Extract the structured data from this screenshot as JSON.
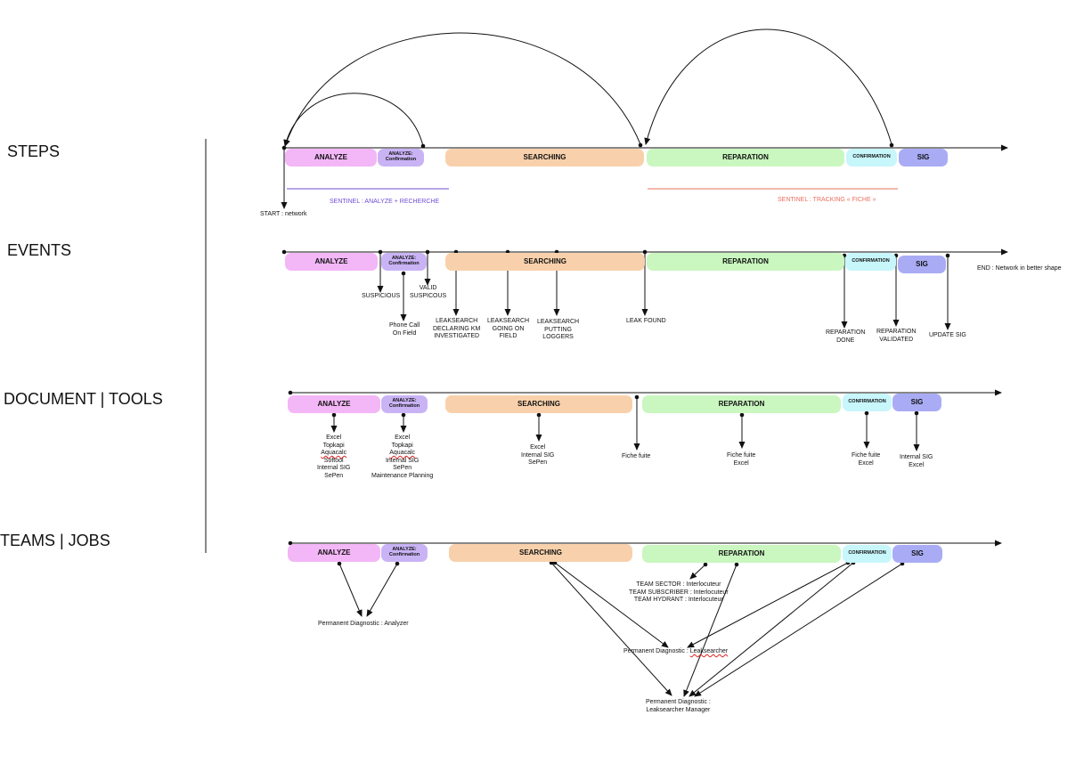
{
  "rows": {
    "steps": "STEPS",
    "events": "EVENTS",
    "documents": "DOCUMENT | TOOLS",
    "teams": "TEAMS | JOBS"
  },
  "phases": {
    "analyze": "ANALYZE",
    "analyze_conf_1": "ANALYZE:",
    "analyze_conf_2": "Confirmation",
    "searching": "SEARCHING",
    "reparation": "REPARATION",
    "confirmation": "CONFIRMATION",
    "sig": "SIG"
  },
  "colors": {
    "analyze": "#f3b6f6",
    "confirm": "#c9b3f5",
    "searching": "#f8d1ac",
    "reparation": "#c9f7bf",
    "confirmation": "#c7f6fb",
    "sig": "#a9acf4",
    "sentinel_1": "#6f4cd6",
    "sentinel_2": "#ea6e5e"
  },
  "steps": {
    "start": "START : network",
    "sentinel_1": "SENTINEL : ANALYZE + RECHERCHE",
    "sentinel_2": "SENTINEL : TRACKING « FICHE »"
  },
  "events": {
    "end": "END : Network in better shape",
    "suspicious": "SUSPICIOUS",
    "valid_1": "VALID",
    "valid_2": "SUSPICOUS",
    "phone_1": "Phone Call",
    "phone_2": "On Field",
    "ls1_1": "LEAKSEARCH",
    "ls1_2": "DECLARING KM",
    "ls1_3": "INVESTIGATED",
    "ls2_1": "LEAKSEARCH",
    "ls2_2": "GOING ON",
    "ls2_3": "FIELD",
    "ls3_1": "LEAKSEARCH",
    "ls3_2": "PUTTING",
    "ls3_3": "LOGGERS",
    "leak_found": "LEAK FOUND",
    "rep_done_1": "REPARATION",
    "rep_done_2": "DONE",
    "rep_valid_1": "REPARATION",
    "rep_valid_2": "VALIDATED",
    "update_sig": "UPDATE SIG"
  },
  "documents": {
    "a1": "Excel",
    "a2": "Topkapi",
    "a3": "Aquacalc",
    "a4": "Softool",
    "a5": "Internal SIG",
    "a6": "SePen",
    "b1": "Excel",
    "b2": "Topkapi",
    "b3": "Aquacalc",
    "b4": "Internal SIG",
    "b5": "SePen",
    "b6": "Maintenance Planning",
    "s1": "Excel",
    "s2": "Internal SIG",
    "s3": "SePen",
    "fiche": "Fiche fuite",
    "r1": "Fiche fuite",
    "r2": "Excel",
    "c1": "Fiche fuite",
    "c2": "Excel",
    "g1": "Internal SIG",
    "g2": "Excel"
  },
  "teams": {
    "analyzer": "Permanent Diagnostic : Analyzer",
    "team_sector": "TEAM SECTOR : Interlocuteur",
    "team_subscriber": "TEAM SUBSCRIBER : Interlocuteur",
    "team_hydrant": "TEAM HYDRANT : Interlocuteur",
    "leak_prefix": "Permanent Diagnostic : ",
    "leak_word": "Leaksearcher",
    "mgr_1": "Permanent Diagnostic :",
    "mgr_2": "Leaksearcher Manager"
  }
}
